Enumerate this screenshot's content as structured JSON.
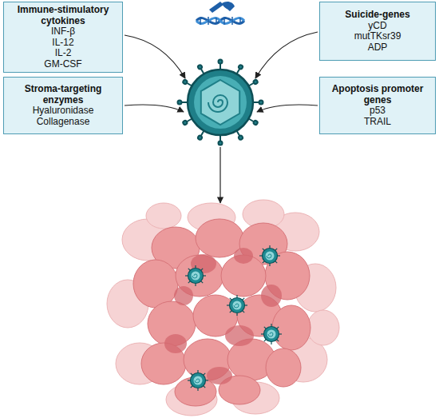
{
  "diagram": {
    "nodes": [
      {
        "text": [
          "Immune-stimulatory cytokines",
          "INF-β",
          "IL-12",
          "IL-2",
          "GM-CSF"
        ]
      },
      {
        "text": [
          "Suicide-genes",
          "yCD",
          "mutTKsr39",
          "ADP"
        ]
      },
      {
        "text": [
          "Stroma-targeting enzymes",
          "Hyaluronidase",
          "Collagenase"
        ]
      },
      {
        "text": [
          "Apoptosis promoter genes",
          "p53",
          "TRAIL"
        ]
      }
    ]
  }
}
